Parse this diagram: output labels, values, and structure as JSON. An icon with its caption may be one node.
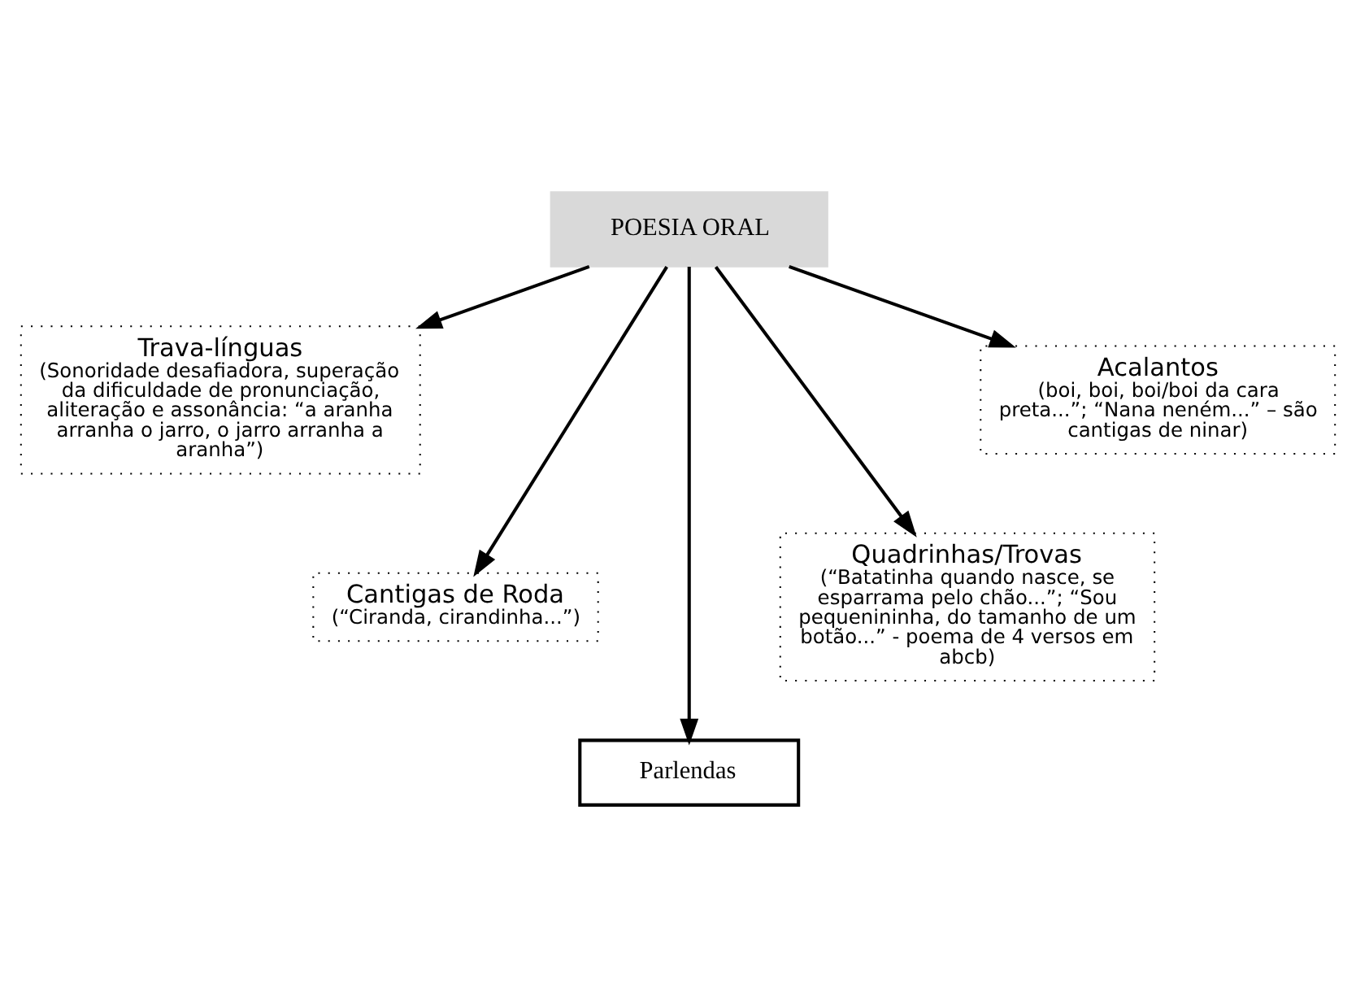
{
  "diagram": {
    "nodes": [
      {
        "text": [
          "POESIA ORAL"
        ]
      },
      {
        "text": [
          "Trava-línguas",
          "(Sonoridade desafiadora, superação da dificuldade de pronunciação, aliteração e assonância: “a aranha arranha o jarro, o jarro arranha a aranha”)"
        ]
      },
      {
        "text": [
          "Acalantos",
          "(boi, boi, boi/boi da cara preta...”; “Nana neném...” – são cantigas de ninar)"
        ]
      },
      {
        "text": [
          "Cantigas de Roda",
          "(“Ciranda, cirandinha...”)"
        ]
      },
      {
        "text": [
          "Quadrinhas/Trovas",
          "(“Batatinha quando nasce, se esparrama pelo chão...”; “Sou pequenininha, do tamanho de um botão...” - poema de 4 versos em abcb)"
        ]
      },
      {
        "text": [
          "Parlendas"
        ]
      }
    ],
    "edges": [
      {
        "from": 0,
        "to": 1,
        "arrow": "to"
      },
      {
        "from": 0,
        "to": 3,
        "arrow": "to"
      },
      {
        "from": 0,
        "to": 5,
        "arrow": "to"
      },
      {
        "from": 0,
        "to": 4,
        "arrow": "to"
      },
      {
        "from": 0,
        "to": 2,
        "arrow": "to"
      }
    ]
  }
}
